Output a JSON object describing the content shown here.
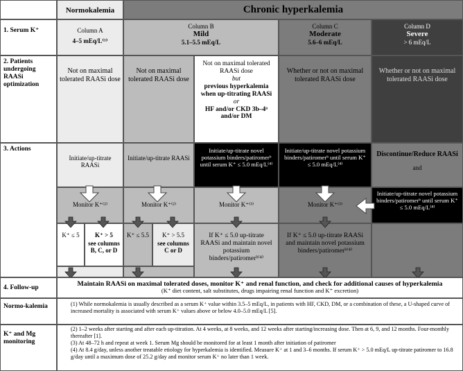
{
  "header": {
    "normokalemia": "Normokalemia",
    "chronic": "Chronic hyperkalemia"
  },
  "row1": {
    "label": "1. Serum K⁺",
    "colA": {
      "name": "Column A",
      "value": "4–5 mEq/L⁽¹⁾"
    },
    "colB": {
      "name": "Column B",
      "level": "Mild",
      "value": "5.1–5.5 mEq/L"
    },
    "colC": {
      "name": "Column C",
      "level": "Moderate",
      "value": "5.6–6 mEq/L"
    },
    "colD": {
      "name": "Column D",
      "level": "Severe",
      "value": "> 6 mEq/L"
    }
  },
  "row2": {
    "label": "2. Patients undergoing RAASi optimization",
    "colA": "Not on maximal tolerated RAASi dose",
    "colB1": "Not on maximal tolerated RAASi dose",
    "colB2": {
      "l1": "Not on maximal tolerated RAASi dose",
      "but": "but",
      "l2": "previous hyperkalemia when up-titrating RAASi",
      "or": "or",
      "l3": "HF and/or CKD 3b–4ᵃ and/or DM"
    },
    "colC": "Whether or not on maximal tolerated RAASi dose",
    "colD": "Whether or not on maximal tolerated RAASi dose"
  },
  "row3": {
    "label": "3. Actions",
    "a_init": "Initiate/up-titrate RAASi",
    "b_init": "Initiate/up-titrate RAASi",
    "b2_init": "Initiate/up-titrate novel potassium binders/patiromerᵇ until serum K⁺ ≤ 5.0 mEq/L⁽⁴⁾",
    "c_init": "Initiate/up-titrate novel potassium binders/patiromerᵇ until serum K⁺ ≤ 5.0 mEq/L⁽⁴⁾",
    "d_disc": "Discontinue/Reduce RAASi",
    "d_and": "and",
    "d_init": "Initiate/up-titrate novel potassium binders/patiromerᵇ until serum K⁺ ≤ 5.0 mEq/L⁽⁴⁾",
    "a_monitor": "Monitor K⁺⁽²⁾",
    "b_monitor": "Monitor K⁺⁽²⁾",
    "b2_monitor": "Monitor K⁺⁽³⁾",
    "c_monitor": "Monitor K⁺⁽³⁾",
    "a_le5": "K⁺ ≤ 5",
    "a_gt5": "K⁺ > 5",
    "a_see": "see columns B, C, or D",
    "b_le55": "K⁺ ≤ 5.5",
    "b_gt55": "K⁺ > 5.5",
    "b_see": "see columns C or D",
    "b2_if": "If K⁺ ≤ 5.0 up-titrate RAASi and maintain novel potassium binders/patiromerᵇ⁽⁴⁾",
    "c_if": "If K⁺ ≤ 5.0 up-titrate RAASi and maintain novel potassium binders/patiromerᵇ⁽⁴⁾"
  },
  "row4": {
    "label": "4. Follow-up",
    "main": "Maintain RAASi on maximal tolerated doses, monitor K⁺ and renal function, and check for additional causes of hyperkalemia",
    "sub": "(K⁺ diet content, salt substitutes, drugs impairing renal function and K⁺ excretion)"
  },
  "normo": {
    "label": "Normo-kalemia",
    "text": "(1) While normokalemia is usually described as a serum K⁺ value within 3.5–5 mEq/L, in patients with HF, CKD, DM, or a combination of these, a U-shaped curve of increased mortality is associated with serum K⁺ values above or below 4.0–5.0 mEq/L [5]."
  },
  "kmg": {
    "label": "K⁺ and Mg monitoring",
    "n2": "(2) 1–2 weeks after starting and after each up-titration. At 4 weeks, at 8 weeks, and 12 weeks after starting/increasing dose. Then at 6, 9, and 12 months. Four-monthly thereafter [1].",
    "n3": "(3) At 48–72 h and repeat at week 1. Serum Mg should be monitored for at least 1 month after initiation of patiromer",
    "n4": "(4) At 8.4 g/day, unless another treatable etiology for hyperkalemia is identified. Measure K⁺ at 1 and 3–6 months. If serum K⁺ > 5.0 mEq/L up-titrate patiromer to 16.8 g/day until a maximum dose of 25.2 g/day and monitor serum K⁺ no later than 1 week."
  }
}
